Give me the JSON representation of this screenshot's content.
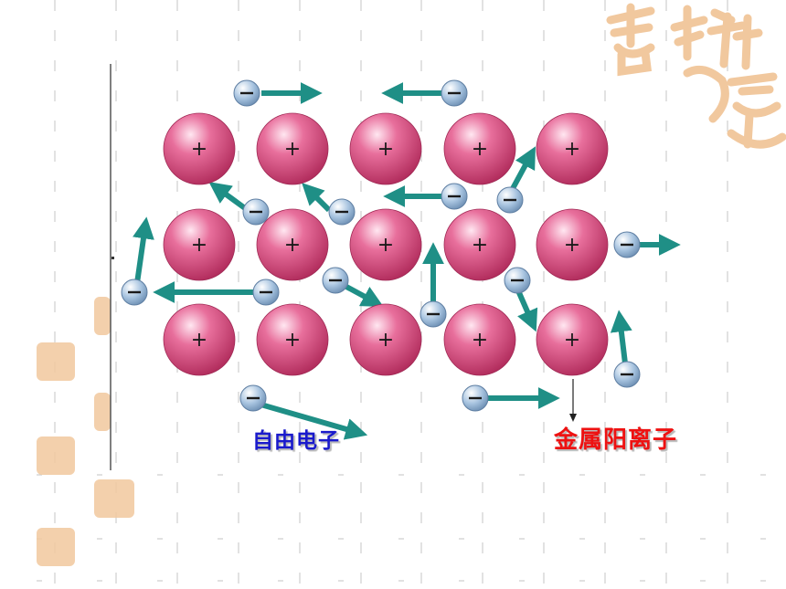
{
  "labels": {
    "free_electron": "自由电子",
    "metal_cation": "金属阳离子"
  },
  "symbols": {
    "cation": "+",
    "electron": "−"
  },
  "colors": {
    "cation_fill": "#cc3d72",
    "electron_fill": "#8eb2d4",
    "arrow": "#1f8f86",
    "electron_label": "#1a1acc",
    "cation_label": "#ee1111",
    "watermark": "#f1c89e"
  },
  "lattice": {
    "rows": 3,
    "cols": 5
  },
  "icons": [
    "seal-watermark-icon"
  ]
}
